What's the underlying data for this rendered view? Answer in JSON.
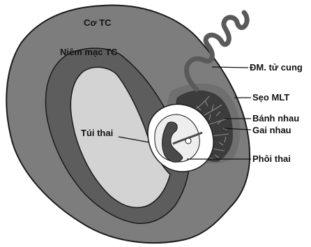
{
  "labels": {
    "co_tc": "Cơ TC",
    "niem_mac_tc": "Niêm mạc TC",
    "tui_thai": "Túi thai",
    "dm_tu_cung": "ĐM. tử cung",
    "seo_mlt": "Sẹo MLT",
    "banh_nhau": "Bánh nhau",
    "gai_nhau": "Gai nhau",
    "phoi_thai": "Phôi thai"
  },
  "colors": {
    "myometrium": "#7d7d7d",
    "endometrium": "#5d5d5d",
    "cavity": "#d3d3d3",
    "sac": "#ffffff",
    "placenta": "#3c3c3c",
    "scar": "#6f6f6f",
    "outline": "#1a1a1a"
  }
}
